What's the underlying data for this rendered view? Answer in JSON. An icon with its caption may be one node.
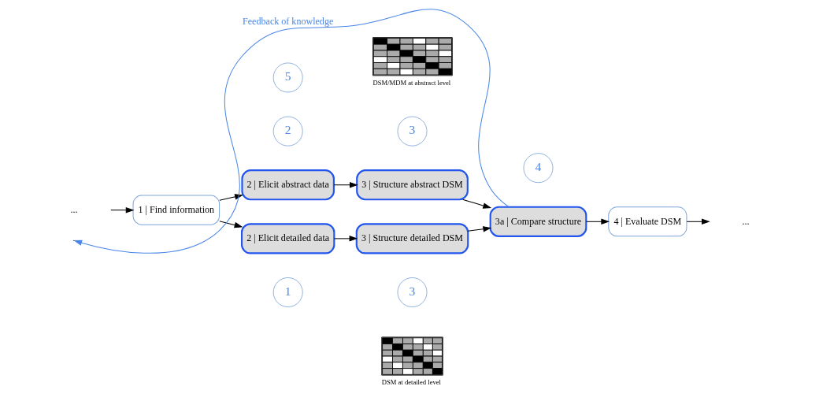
{
  "diagram": {
    "nodes": [
      {
        "text": [
          "..."
        ]
      },
      {
        "text": [
          "1 | Find information"
        ]
      },
      {
        "text": [
          "2"
        ]
      },
      {
        "text": [
          "2 | Elicit abstract data"
        ]
      },
      {
        "text": [
          "3"
        ]
      },
      {
        "text": [
          "3 | Structure abstract DSM"
        ]
      },
      {
        "text": [],
        "shape": "picture",
        "beside": [
          "DSM/MDM at abstract level"
        ]
      },
      {
        "text": [
          "4"
        ]
      },
      {
        "text": [
          "3a | Compare structure"
        ]
      },
      {
        "text": [
          "4 | Evaluate DSM"
        ]
      },
      {
        "text": [
          "..."
        ]
      },
      {
        "text": [
          "2 | Elicit detailed data"
        ]
      },
      {
        "text": [
          "3 | Structure detailed DSM"
        ]
      },
      {
        "text": [
          "1"
        ]
      },
      {
        "text": [
          "3"
        ]
      },
      {
        "text": [],
        "shape": "picture",
        "beside": [
          "DSM at detailed level"
        ]
      },
      {
        "text": [
          "5"
        ]
      }
    ],
    "edges": [
      {
        "from": 0,
        "to": 1,
        "arrow": "to"
      },
      {
        "from": 1,
        "to": 3,
        "arrow": "to"
      },
      {
        "from": 1,
        "to": 11,
        "arrow": "to"
      },
      {
        "from": 3,
        "to": 5,
        "arrow": "to"
      },
      {
        "from": 11,
        "to": 12,
        "arrow": "to"
      },
      {
        "from": 5,
        "to": 8,
        "arrow": "to"
      },
      {
        "from": 12,
        "to": 8,
        "arrow": "to"
      },
      {
        "from": 8,
        "to": 9,
        "arrow": "to"
      },
      {
        "from": 9,
        "to": 10,
        "arrow": "to"
      },
      {
        "from": 8,
        "to": null,
        "arrow": "to",
        "label": "Feedback of knowledge",
        "color": "#4a86e8"
      }
    ]
  }
}
